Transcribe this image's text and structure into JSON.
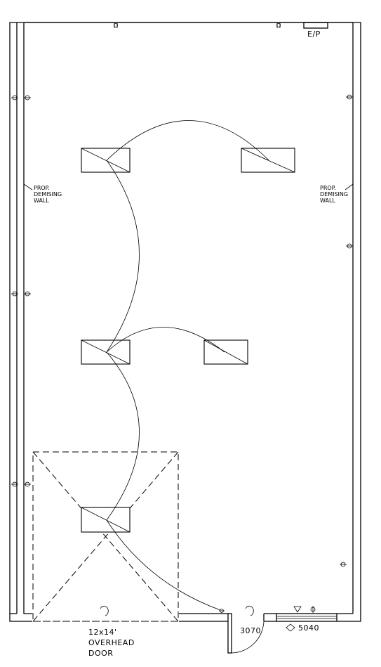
{
  "panel_label": "E/P",
  "left_wall_note": [
    "PROP.",
    "DEMISING",
    "WALL"
  ],
  "right_wall_note": [
    "PROP.",
    "DEMISING",
    "WALL"
  ],
  "overhead_door_note": [
    "12x14'",
    "OVERHEAD",
    "DOOR"
  ],
  "door_tag": "3070",
  "window_tag": "5040"
}
